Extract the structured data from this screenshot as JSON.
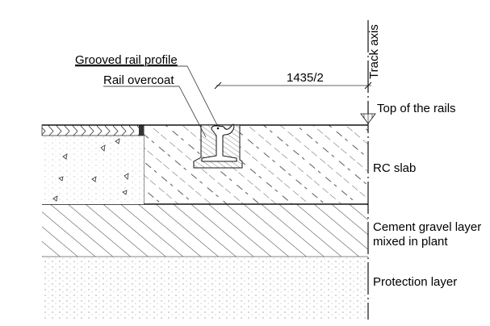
{
  "labels": {
    "track_axis": "Track axis",
    "grooved_rail_profile": "Grooved rail profile",
    "rail_overcoat": "Rail overcoat",
    "dimension": "1435/2",
    "top_of_rails": "Top of the rails",
    "rc_slab": "RC slab",
    "cement_gravel_line1": "Cement gravel layer",
    "cement_gravel_line2": "mixed in plant",
    "protection_layer": "Protection layer"
  }
}
